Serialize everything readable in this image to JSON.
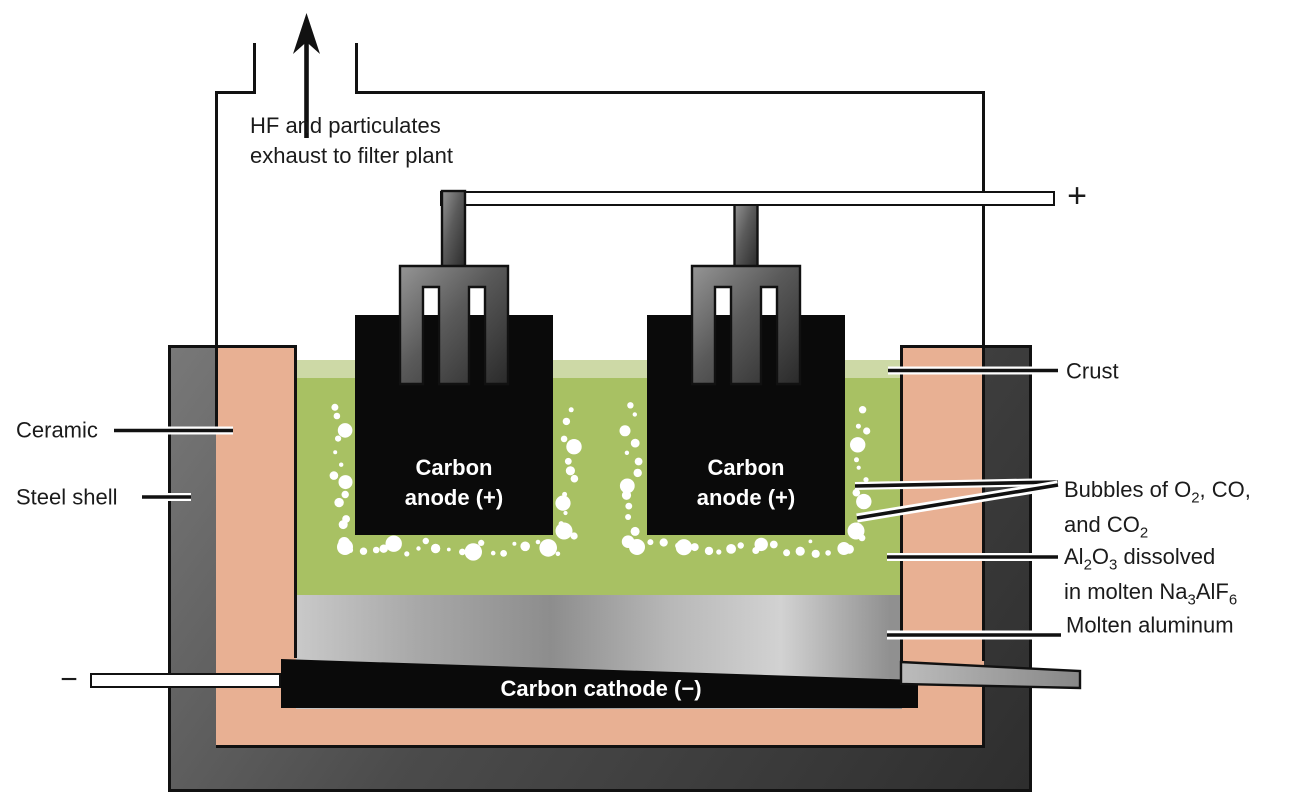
{
  "labels": {
    "exhaust_line1": "HF and particulates",
    "exhaust_line2": "exhaust to filter plant",
    "ceramic": "Ceramic",
    "steel_shell": "Steel shell",
    "crust": "Crust",
    "bubbles_line1": [
      {
        "t": "Bubbles of O"
      },
      {
        "t": "2",
        "sub": true
      },
      {
        "t": ", CO,"
      }
    ],
    "bubbles_line2": [
      {
        "t": "and CO"
      },
      {
        "t": "2",
        "sub": true
      }
    ],
    "al2o3_line1": [
      {
        "t": "Al"
      },
      {
        "t": "2",
        "sub": true
      },
      {
        "t": "O"
      },
      {
        "t": "3",
        "sub": true
      },
      {
        "t": " dissolved"
      }
    ],
    "al2o3_line2": [
      {
        "t": "in molten Na"
      },
      {
        "t": "3",
        "sub": true
      },
      {
        "t": "AlF"
      },
      {
        "t": "6",
        "sub": true
      }
    ],
    "molten_aluminum": "Molten aluminum",
    "anode_line1": "Carbon",
    "anode_line2": "anode (+)",
    "cathode": "Carbon cathode (−)",
    "plus_terminal": "+",
    "minus_terminal": "−"
  },
  "colors": {
    "c-line": "#111111",
    "c-pink": "#e8b093",
    "c-green": "#a8c163",
    "c-green-light": "#cdd9a6",
    "c-shell-1": "#787878",
    "c-shell-2": "#4b4b4b",
    "c-shell-3": "#2e2e2e",
    "c-mol-1": "#c9c9c9",
    "c-mol-2": "#a8a8a8",
    "c-mol-3": "#8d8d8d",
    "c-mol-4": "#b8b8b8",
    "c-mol-5": "#d2d2d2",
    "c-mol-6": "#909090",
    "c-metal-1": "#959595",
    "c-metal-2": "#5a5a5a",
    "c-metal-3": "#2a2a2a",
    "c-tap-1": "#bcbcbc",
    "c-tap-2": "#878787",
    "c-anode": "#0a0a0a",
    "c-bubble": "#ffffff"
  },
  "bubbles": {
    "seed": 20240601,
    "note": "gas bubbles rendered around both anodes"
  }
}
